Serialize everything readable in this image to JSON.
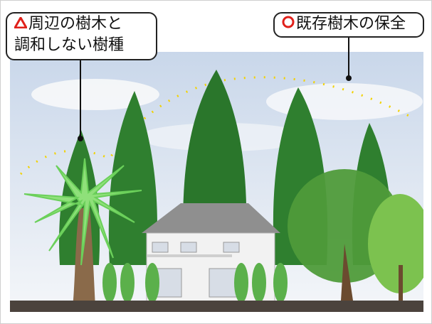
{
  "callouts": {
    "left": {
      "icon": "triangle-icon",
      "icon_color": "#e0201a",
      "line1": "周辺の樹木と",
      "line2": "調和しない樹種"
    },
    "right": {
      "icon": "circle-icon",
      "icon_color": "#e0201a",
      "text": "既存樹木の保全"
    }
  },
  "colors": {
    "sky_top": "#c9d7ea",
    "sky_bottom": "#eef2f7",
    "conifer": "#2f7f2f",
    "conifer_dark": "#1f5c22",
    "broadleaf": "#4f9b3a",
    "light_green": "#7cc24f",
    "palm_leaf": "#8fe07a",
    "trunk": "#8a6a4a",
    "house_wall": "#f2f2f2",
    "roof": "#8f8f8f",
    "ground": "#4b433d",
    "yellow_arc": "#f2d200"
  }
}
